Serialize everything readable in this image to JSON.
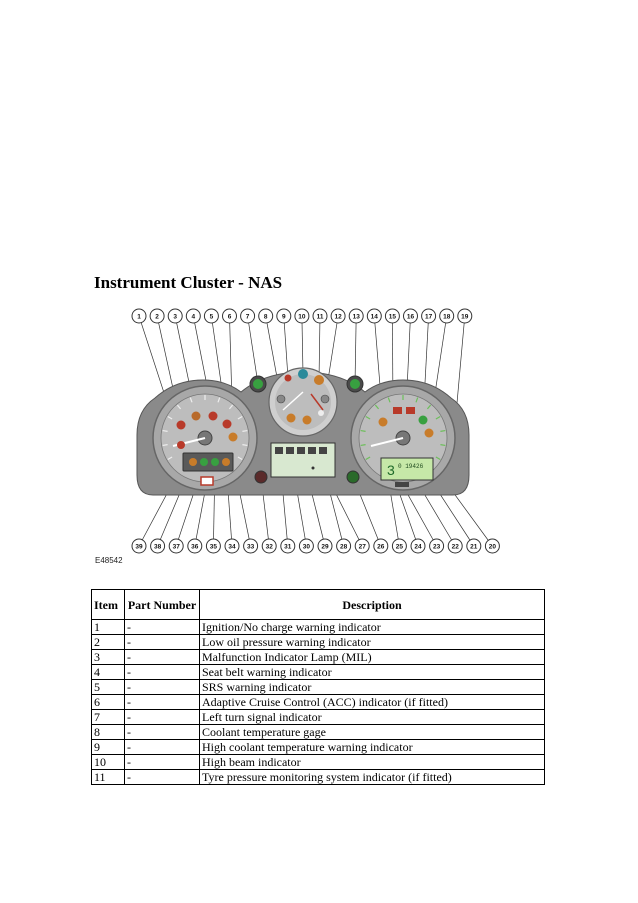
{
  "document": {
    "title": "Instrument Cluster - NAS",
    "figure_id": "E48542",
    "table": {
      "headers": {
        "item": "Item",
        "part": "Part Number",
        "description": "Description"
      },
      "rows": [
        {
          "item": "1",
          "part": "-",
          "description": "Ignition/No charge warning indicator"
        },
        {
          "item": "2",
          "part": "-",
          "description": "Low oil pressure warning indicator"
        },
        {
          "item": "3",
          "part": "-",
          "description": "Malfunction Indicator Lamp (MIL)"
        },
        {
          "item": "4",
          "part": "-",
          "description": "Seat belt warning indicator"
        },
        {
          "item": "5",
          "part": "-",
          "description": "SRS warning indicator"
        },
        {
          "item": "6",
          "part": "-",
          "description": "Adaptive Cruise Control (ACC) indicator (if fitted)"
        },
        {
          "item": "7",
          "part": "-",
          "description": "Left turn signal indicator"
        },
        {
          "item": "8",
          "part": "-",
          "description": "Coolant temperature gage"
        },
        {
          "item": "9",
          "part": "-",
          "description": "High coolant temperature warning indicator"
        },
        {
          "item": "10",
          "part": "-",
          "description": "High beam indicator"
        },
        {
          "item": "11",
          "part": "-",
          "description": "Tyre pressure monitoring system indicator (if fitted)"
        }
      ]
    }
  },
  "figure": {
    "callouts_top": [
      "1",
      "2",
      "3",
      "4",
      "5",
      "6",
      "7",
      "8",
      "9",
      "10",
      "11",
      "12",
      "13",
      "14",
      "15",
      "16",
      "17",
      "18",
      "19"
    ],
    "callouts_bottom": [
      "39",
      "38",
      "37",
      "36",
      "35",
      "34",
      "33",
      "32",
      "31",
      "30",
      "29",
      "28",
      "27",
      "26",
      "25",
      "24",
      "23",
      "22",
      "21",
      "20"
    ],
    "odometer_text": "0 19426",
    "gear_text": "3",
    "colors": {
      "cluster_body": "#8a8a8a",
      "dial_face": "#bdbdbd",
      "warning_red": "#b83a2a",
      "indicator_green": "#38a040",
      "lcd_green": "#c6e8a8",
      "amber": "#c87c2a"
    }
  }
}
